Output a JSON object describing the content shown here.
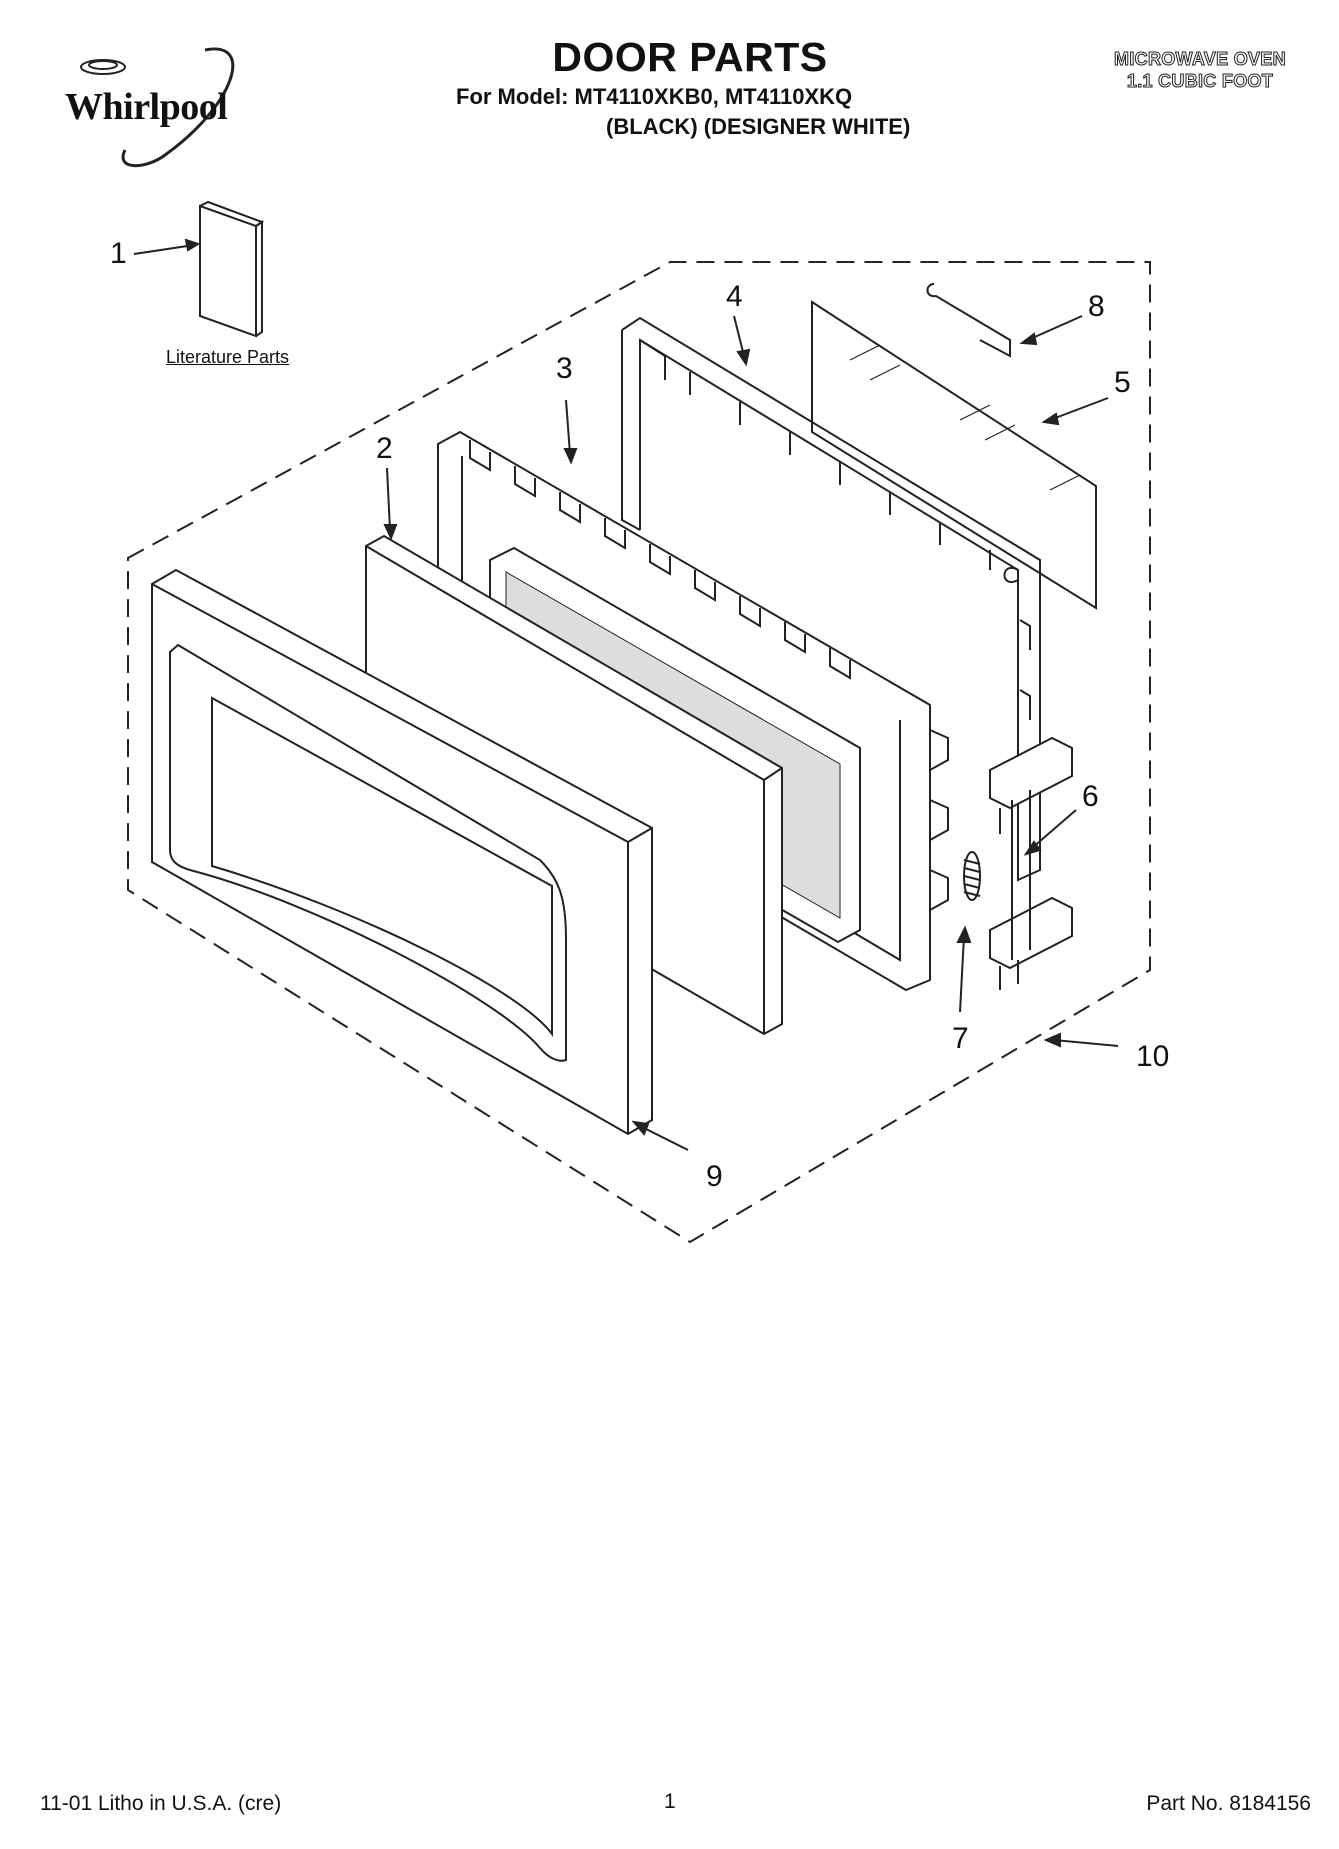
{
  "header": {
    "brand": "Whirlpool",
    "title": "DOOR PARTS",
    "model_line": "For Model: MT4110XKB0, MT4110XKQ",
    "variant_line": "(BLACK)  (DESIGNER WHITE)",
    "product_type": [
      "MICROWAVE OVEN",
      "1.1 CUBIC FOOT"
    ]
  },
  "diagram": {
    "callouts": [
      "1",
      "2",
      "3",
      "4",
      "5",
      "6",
      "7",
      "8",
      "9",
      "10"
    ],
    "literature_label": "Literature Parts"
  },
  "footer": {
    "left": "11-01 Litho in U.S.A. (cre)",
    "page": "1",
    "right": "Part No. 8184156"
  }
}
